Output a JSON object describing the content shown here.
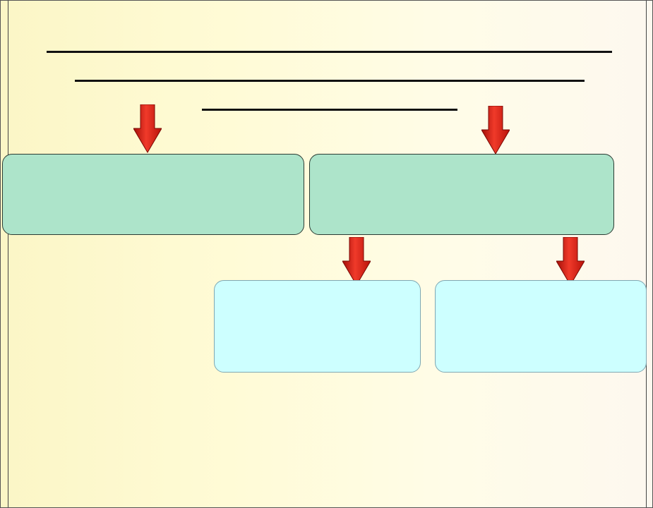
{
  "diagram": {
    "title_lines": [
      "",
      "",
      ""
    ],
    "boxes": [
      {
        "id": "top-left",
        "label": ""
      },
      {
        "id": "top-right",
        "label": ""
      },
      {
        "id": "bottom-left",
        "label": ""
      },
      {
        "id": "bottom-right",
        "label": ""
      }
    ],
    "colors": {
      "arrow": "#d91a12",
      "box_green": "#ade4ca",
      "box_cyan": "#cdffff",
      "background": "#fffbd6"
    }
  }
}
